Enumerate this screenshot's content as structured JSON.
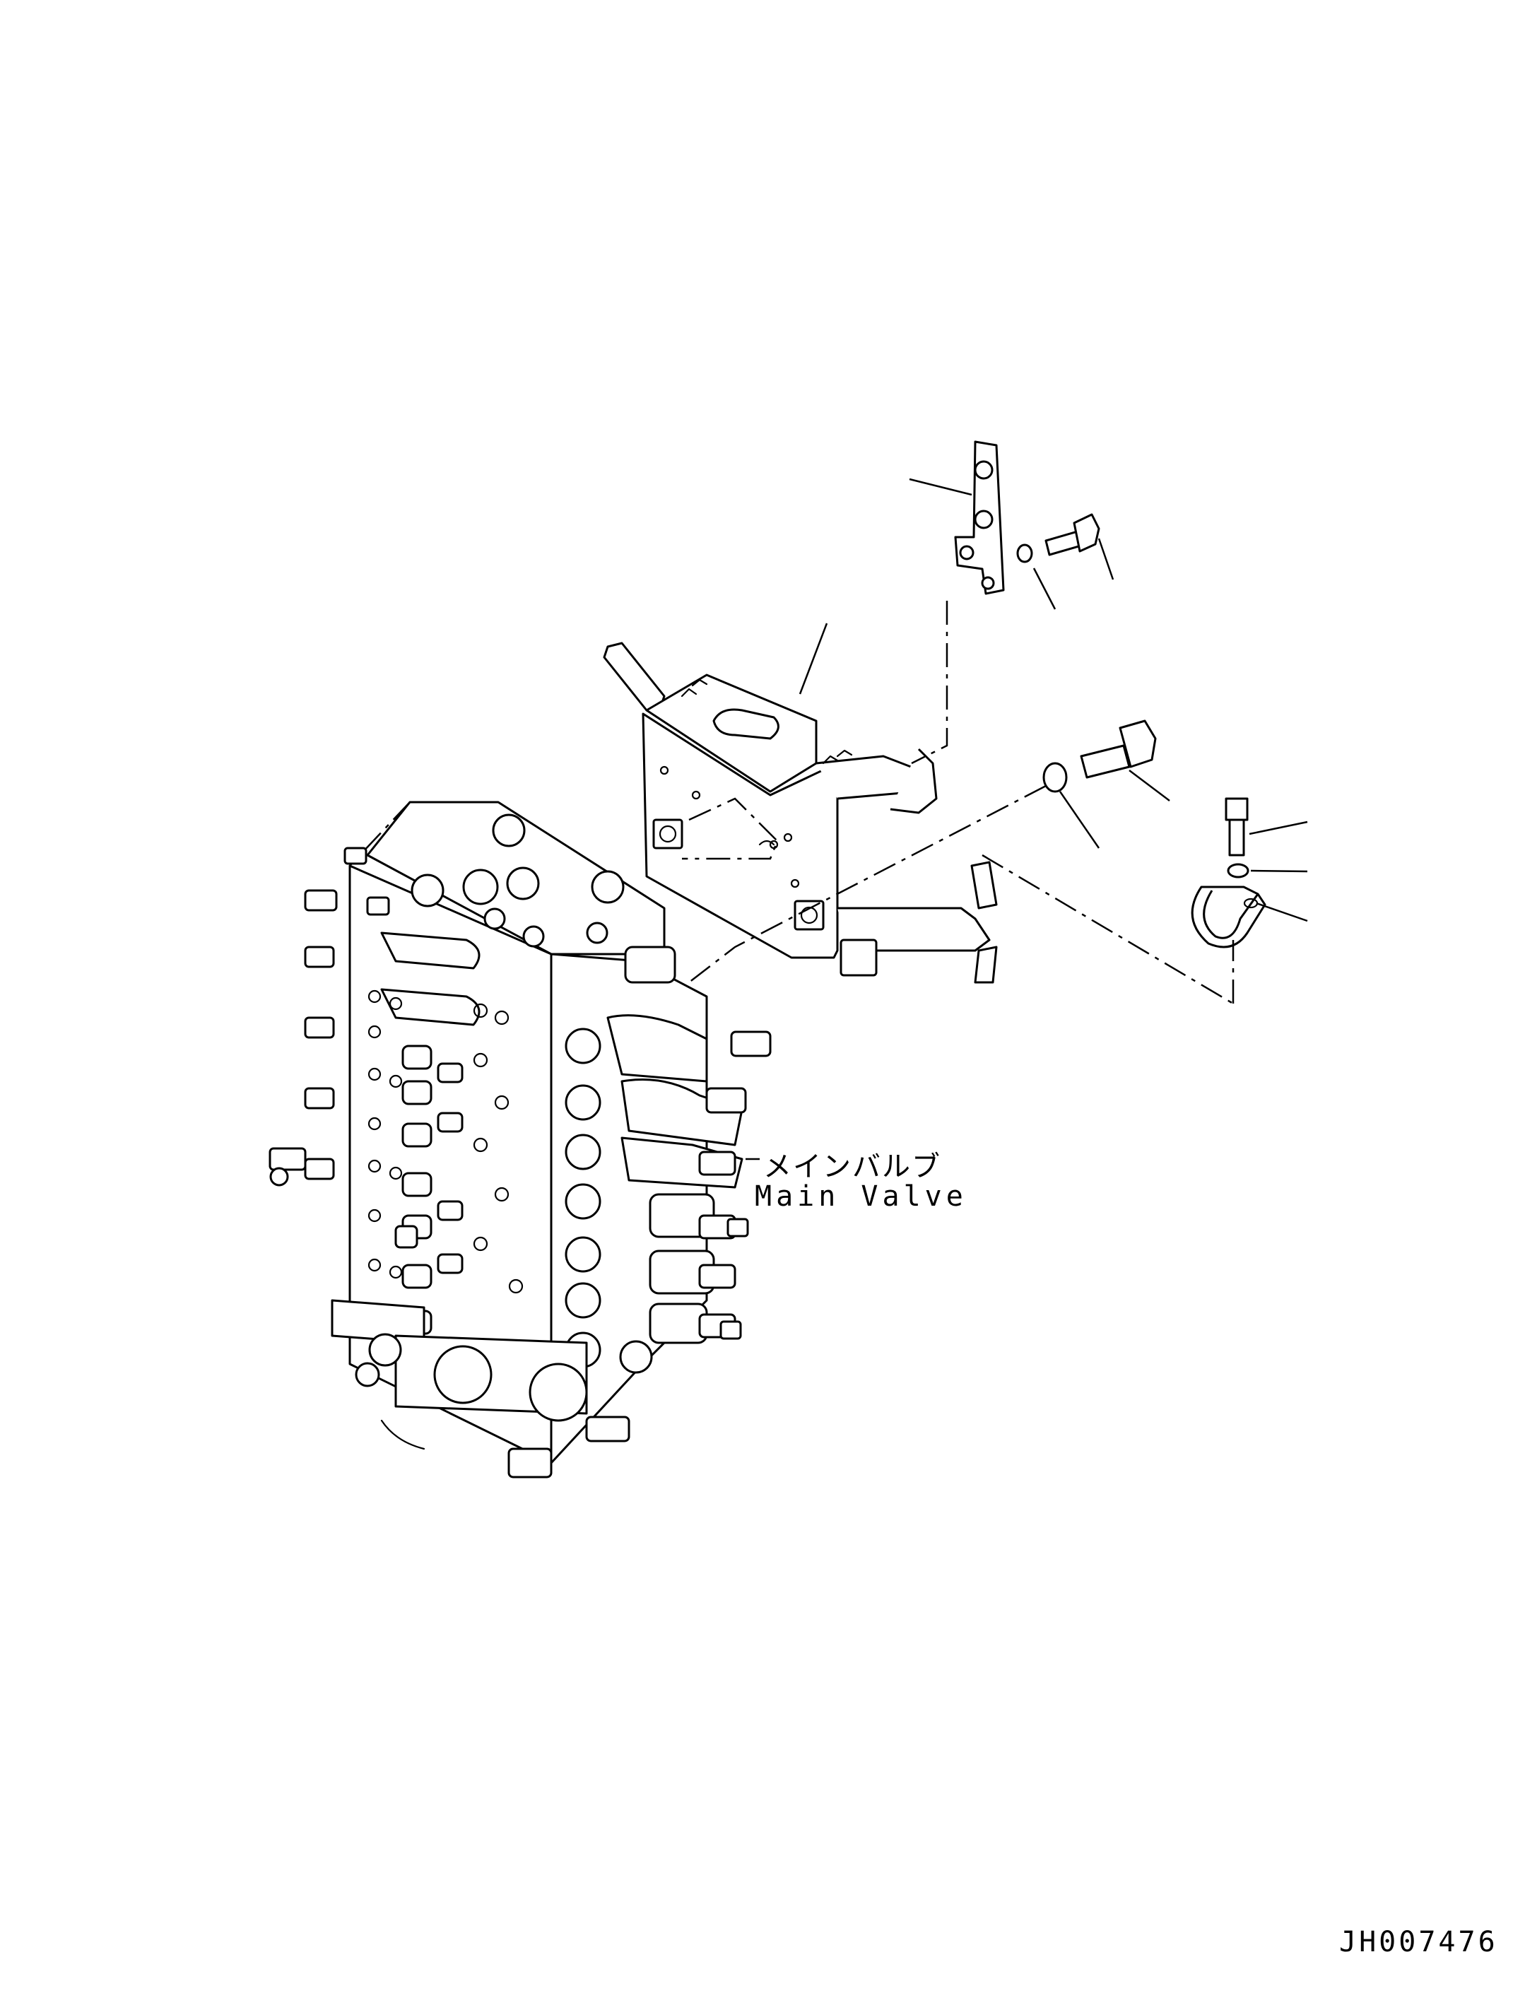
{
  "diagram": {
    "callout_jp": "メインバルブ",
    "callout_en": "Main Valve",
    "drawing_number": "JH007476"
  },
  "parts": [
    {
      "name": "mounting-plate"
    },
    {
      "name": "flat-washer"
    },
    {
      "name": "bolt"
    },
    {
      "name": "bracket"
    },
    {
      "name": "flat-washer"
    },
    {
      "name": "bolt"
    },
    {
      "name": "bolt"
    },
    {
      "name": "washer"
    },
    {
      "name": "hose-clamp"
    },
    {
      "name": "main-valve-assembly"
    }
  ]
}
